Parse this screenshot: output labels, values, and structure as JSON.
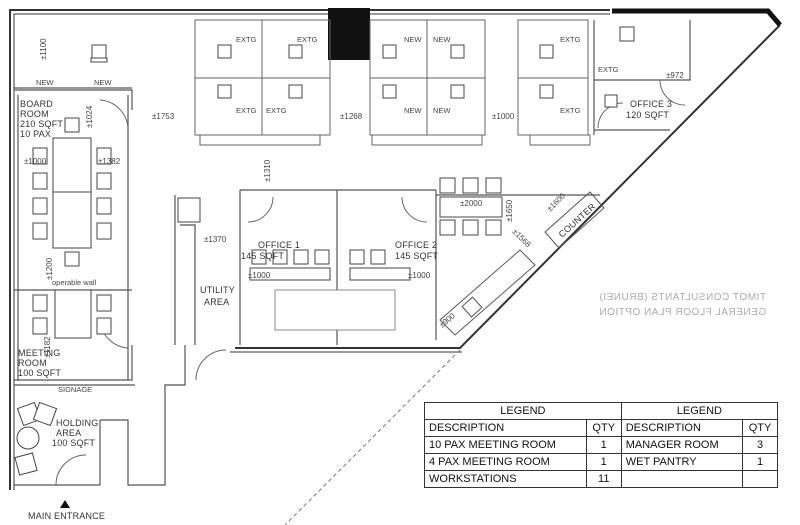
{
  "rooms": {
    "board_room": [
      "BOARD",
      "ROOM",
      "210 SQFT",
      "10 PAX"
    ],
    "meeting_room": [
      "MEETING",
      "ROOM",
      "100 SQFT"
    ],
    "holding_area": [
      "HOLDING",
      "AREA",
      "100 SQFT"
    ],
    "office1": [
      "OFFICE 1",
      "145 SQFT"
    ],
    "office2": [
      "OFFICE 2",
      "145 SQFT"
    ],
    "office3": [
      "OFFICE 3",
      "120 SQFT"
    ],
    "utility": [
      "UTILITY",
      "AREA"
    ],
    "counter": "COUNTER",
    "operable_wall": "operable wall",
    "signage": "SIGNAGE",
    "main_entrance": "MAIN ENTRANCE"
  },
  "desk_labels": {
    "new": "NEW",
    "extg": "EXTG"
  },
  "dimensions": {
    "d1100": "±1100",
    "d1024": "±1024",
    "d1000a": "±1000",
    "d1382": "±1382",
    "d1200": "±1200",
    "d1753": "±1753",
    "d1268": "±1268",
    "d1000b": "±1000",
    "d972": "±972",
    "d1310": "±1310",
    "d1370": "±1370",
    "d1000c": "±1000",
    "d1000d": "±1000",
    "d2000": "±2000",
    "d1650": "±1650",
    "d1600": "±1600",
    "d1568": "±1568",
    "d900": "±900",
    "d1182": "±1182"
  },
  "legend": {
    "title": "LEGEND",
    "col_description": "DESCRIPTION",
    "col_qty": "QTY",
    "rows_left": [
      {
        "description": "10 PAX MEETING ROOM",
        "qty": "1"
      },
      {
        "description": "4 PAX MEETING ROOM",
        "qty": "1"
      },
      {
        "description": "WORKSTATIONS",
        "qty": "11"
      }
    ],
    "rows_right": [
      {
        "description": "MANAGER ROOM",
        "qty": "3"
      },
      {
        "description": "WET PANTRY",
        "qty": "1"
      }
    ]
  },
  "mirrored_text": [
    "TIMOT CONSULTANTS (BRUNEI)",
    "GENERAL FLOOR PLAN OPTION"
  ]
}
